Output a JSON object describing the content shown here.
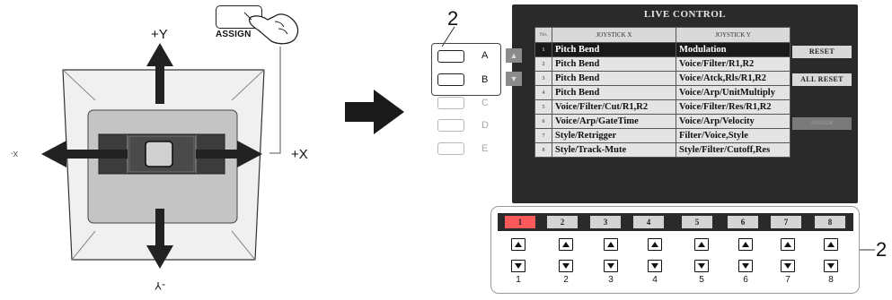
{
  "joystick": {
    "label_up": "+Y",
    "label_right": "+X",
    "label_left_mirrored": "-X",
    "label_down": "-Y",
    "assign_button": "ASSIGN"
  },
  "callouts": {
    "top": "2",
    "right": "2"
  },
  "slots": [
    {
      "letter": "A",
      "active": true
    },
    {
      "letter": "B",
      "active": true
    },
    {
      "letter": "C",
      "active": false
    },
    {
      "letter": "D",
      "active": false
    },
    {
      "letter": "E",
      "active": false
    }
  ],
  "screen": {
    "title": "LIVE CONTROL",
    "headers": {
      "no": "No.",
      "x": "JOYSTICK X",
      "y": "JOYSTICK Y"
    },
    "rows": [
      {
        "no": "1",
        "x": "Pitch Bend",
        "y": "Modulation"
      },
      {
        "no": "2",
        "x": "Pitch Bend",
        "y": "Voice/Filter/R1,R2"
      },
      {
        "no": "3",
        "x": "Pitch Bend",
        "y": "Voice/Atck,Rls/R1,R2"
      },
      {
        "no": "4",
        "x": "Pitch Bend",
        "y": "Voice/Arp/UnitMultiply"
      },
      {
        "no": "5",
        "x": "Voice/Filter/Cut/R1,R2",
        "y": "Voice/Filter/Res/R1,R2"
      },
      {
        "no": "6",
        "x": "Voice/Arp/GateTime",
        "y": "Voice/Arp/Velocity"
      },
      {
        "no": "7",
        "x": "Style/Retrigger",
        "y": "Filter/Voice,Style"
      },
      {
        "no": "8",
        "x": "Style/Track-Mute",
        "y": "Style/Filter/Cutoff,Res"
      }
    ],
    "side_buttons": {
      "reset": "RESET",
      "all_reset": "ALL RESET",
      "assign": "ASSIGN"
    },
    "number_bar": [
      "1",
      "2",
      "3",
      "4",
      "5",
      "6",
      "7",
      "8"
    ]
  },
  "button_columns": [
    "1",
    "2",
    "3",
    "4",
    "5",
    "6",
    "7",
    "8"
  ]
}
